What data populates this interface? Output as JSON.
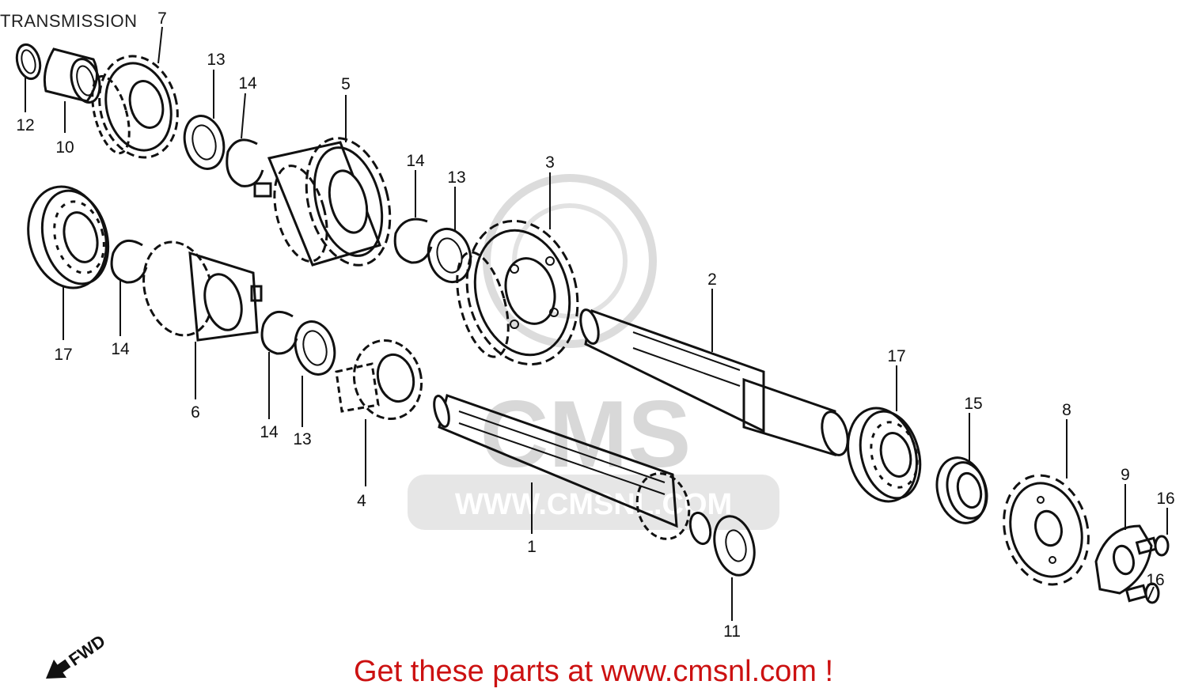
{
  "title": "TRANSMISSION",
  "footer": {
    "text": "Get these parts at www.cmsnl.com !",
    "color": "#cc1111"
  },
  "direction_indicator": {
    "label": "FWD",
    "icon": "arrow-down-left-icon"
  },
  "watermark": {
    "logo_text": "CMS",
    "url_text": "WWW.CMSNL.COM",
    "color": "#d8d8d8"
  },
  "callouts": [
    {
      "id": "c7",
      "label": "7"
    },
    {
      "id": "c12",
      "label": "12"
    },
    {
      "id": "c10",
      "label": "10"
    },
    {
      "id": "c13a",
      "label": "13"
    },
    {
      "id": "c14a",
      "label": "14"
    },
    {
      "id": "c5",
      "label": "5"
    },
    {
      "id": "c14b",
      "label": "14"
    },
    {
      "id": "c13b",
      "label": "13"
    },
    {
      "id": "c3",
      "label": "3"
    },
    {
      "id": "c2",
      "label": "2"
    },
    {
      "id": "c17a",
      "label": "17"
    },
    {
      "id": "c14c",
      "label": "14"
    },
    {
      "id": "c6",
      "label": "6"
    },
    {
      "id": "c14d",
      "label": "14"
    },
    {
      "id": "c13c",
      "label": "13"
    },
    {
      "id": "c4",
      "label": "4"
    },
    {
      "id": "c1",
      "label": "1"
    },
    {
      "id": "c17b",
      "label": "17"
    },
    {
      "id": "c15",
      "label": "15"
    },
    {
      "id": "c8",
      "label": "8"
    },
    {
      "id": "c9",
      "label": "9"
    },
    {
      "id": "c16a",
      "label": "16"
    },
    {
      "id": "c16b",
      "label": "16"
    },
    {
      "id": "c11",
      "label": "11"
    }
  ]
}
